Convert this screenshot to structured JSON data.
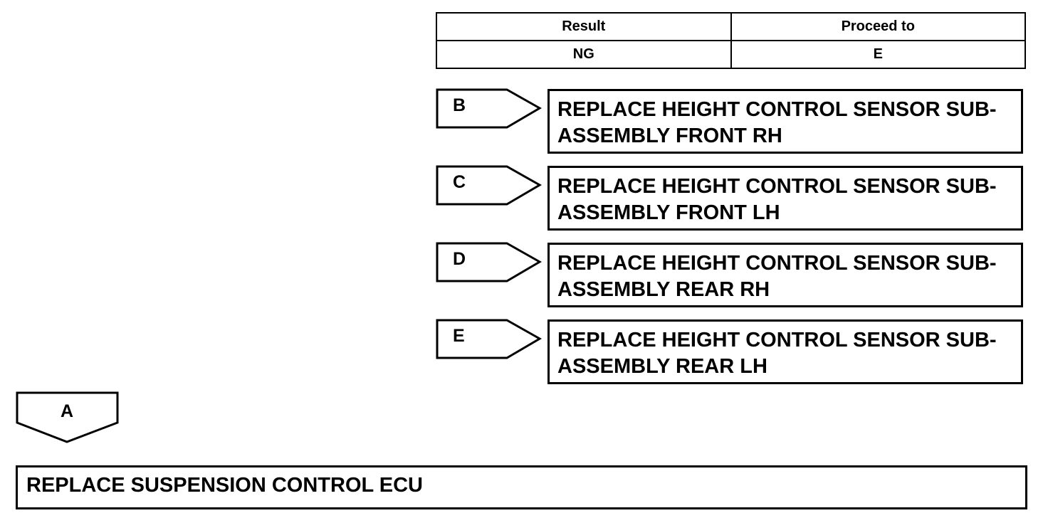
{
  "result_table": {
    "headers": [
      "Result",
      "Proceed to"
    ],
    "rows": [
      [
        "NG",
        "E"
      ]
    ]
  },
  "branches": [
    {
      "tag": "B",
      "action": "REPLACE HEIGHT CONTROL SENSOR SUB-ASSEMBLY FRONT RH",
      "line1": "REPLACE HEIGHT CONTROL SENSOR SUB-",
      "line2": "ASSEMBLY FRONT RH"
    },
    {
      "tag": "C",
      "action": "REPLACE HEIGHT CONTROL SENSOR SUB-ASSEMBLY FRONT LH",
      "line1": "REPLACE HEIGHT CONTROL SENSOR SUB-",
      "line2": "ASSEMBLY FRONT LH"
    },
    {
      "tag": "D",
      "action": "REPLACE HEIGHT CONTROL SENSOR SUB-ASSEMBLY REAR RH",
      "line1": "REPLACE HEIGHT CONTROL SENSOR SUB-",
      "line2": "ASSEMBLY REAR RH"
    },
    {
      "tag": "E",
      "action": "REPLACE HEIGHT CONTROL SENSOR SUB-ASSEMBLY REAR LH",
      "line1": "REPLACE HEIGHT CONTROL SENSOR SUB-",
      "line2": "ASSEMBLY REAR LH"
    }
  ],
  "default_branch": {
    "tag": "A",
    "action": "REPLACE SUSPENSION CONTROL ECU"
  }
}
